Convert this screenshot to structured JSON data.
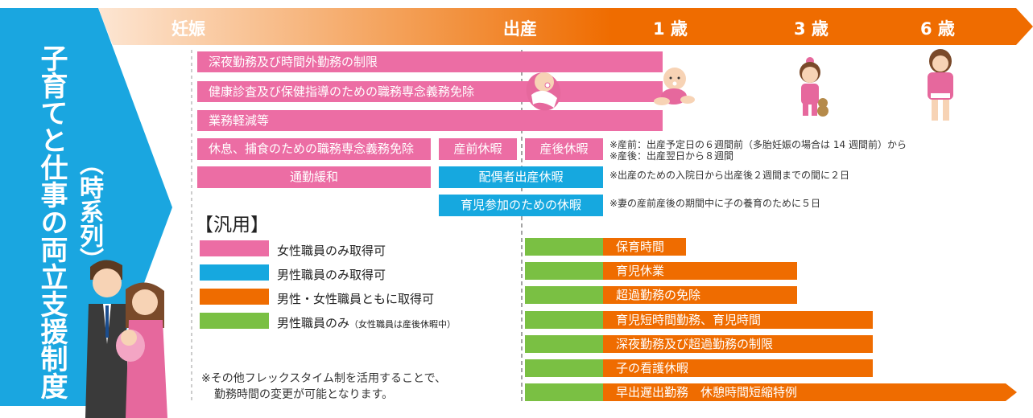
{
  "timeline": {
    "pregnancy": "妊娠",
    "birth": "出産",
    "age1": "1 歳",
    "age3": "3 歳",
    "age6": "6 歳"
  },
  "sidebar": {
    "title": "子育てと仕事の両立支援制度",
    "subtitle": "（時系列）"
  },
  "top_bars": {
    "night_overtime_limit": "深夜勤務及び時間外勤務の制限",
    "health_checkup_exemption": "健康診査及び保健指導のための職務専念義務免除",
    "work_reduction": "業務軽減等",
    "rest_meal_exemption": "休息、捕食のための職務専念義務免除",
    "prenatal_leave": "産前休暇",
    "postnatal_leave": "産後休暇",
    "commute_relief": "通勤緩和",
    "spouse_birth_leave": "配偶者出産休暇",
    "childcare_participation_leave": "育児参加のための休暇"
  },
  "notes": {
    "leave_prenatal": "※産前：出産予定日の６週間前（多胎妊娠の場合は 14 週間前）から",
    "leave_postnatal": "※産後：出産翌日から８週間",
    "spouse_leave": "※出産のための入院日から出産後２週間までの間に２日",
    "participation_leave": "※妻の産前産後の期間中に子の養育のために５日"
  },
  "legend": {
    "title": "【汎用】",
    "items": [
      {
        "label": "女性職員のみ取得可",
        "color": "#ec6da4"
      },
      {
        "label": "男性職員のみ取得可",
        "color": "#16a8df"
      },
      {
        "label": "男性・女性職員ともに取得可",
        "color": "#ef6c00"
      },
      {
        "label": "男性職員のみ",
        "sublabel": "（女性職員は産後休暇中）",
        "color": "#7ac043"
      }
    ]
  },
  "after_birth_bars": [
    "保育時間",
    "育児休業",
    "超過勤務の免除",
    "育児短時間勤務、育児時間",
    "深夜勤務及び超過勤務の制限",
    "子の看護休暇",
    "早出遅出勤務　休憩時間短縮特例"
  ],
  "footnote": {
    "line1": "※その他フレックスタイム制を活用することで、",
    "line2": "勤務時間の変更が可能となります。"
  },
  "colors": {
    "female_only": "#ec6da4",
    "male_only": "#16a8df",
    "both": "#ef6c00",
    "male_only_female_postnatal": "#7ac043",
    "sidebar_blue": "#1aa6e0"
  }
}
